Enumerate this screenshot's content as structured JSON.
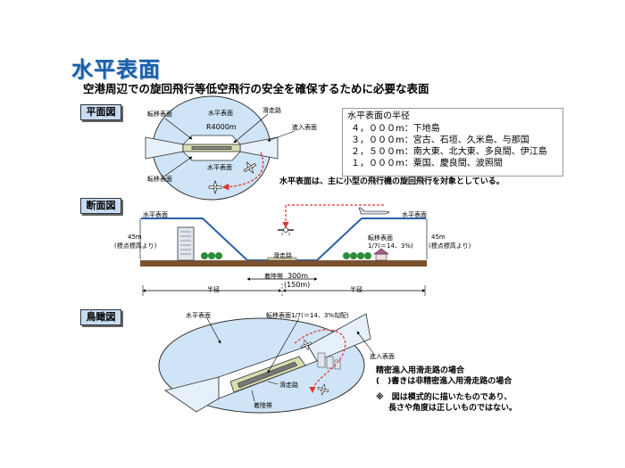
{
  "title": "水平表面",
  "subtitle": "空港周辺での旋回飛行等低空飛行の安全を確保するために必要な表面",
  "sections": {
    "plan": "平面図",
    "section": "断面図",
    "bird": "鳥瞰図"
  },
  "plan_labels": {
    "transition_top": "転移表面",
    "horizontal_top": "水平表面",
    "runway": "滑走路",
    "radius": "R4000m",
    "approach": "進入表面",
    "horizontal_bottom": "水平表面",
    "transition_bottom": "転移表面"
  },
  "radius_box": {
    "header": "水平表面の半径",
    "rows": [
      "４，０００m：下地島",
      "３，０００m：宮古、石垣、久米島、与那国",
      "２，５００m：南大東、北大東、多良間、伊江島",
      "１，０００m：粟国、慶良間、波照間"
    ]
  },
  "note_main": "水平表面は、主に小型の飛行機の旋回飛行を対象としている。",
  "section_labels": {
    "horizontal_left": "水平表面",
    "horizontal_right": "水平表面",
    "height_left": "45m",
    "height_left_sub": "(標点標高より)",
    "height_right": "45m",
    "height_right_sub": "(標点標高より)",
    "transition": "転移表面",
    "transition_slope": "1/7(＝14．3%)",
    "runway": "滑走路",
    "strip": "着陸帯",
    "strip_width": "300m",
    "strip_width_sub": "(150m)",
    "radius_left": "半径",
    "radius_right": "半径"
  },
  "bird_labels": {
    "horizontal": "水平表面",
    "transition": "転移表面1/7(＝14．3%勾配)",
    "approach": "進入表面",
    "runway": "滑走路",
    "strip": "着陸帯"
  },
  "notes": {
    "line1": "精密進入用滑走路の場合",
    "line2": "(　)書きは非精密進入用滑走路の場合",
    "line3": "※　図は模式的に描いたものであり、",
    "line4": "長さや角度は正しいものではない。"
  },
  "colors": {
    "title": "#1a5ea8",
    "surface_fill": "#cfe4f6",
    "ground": "#7a5230",
    "runway": "#d7ddb0",
    "flight_path": "#e0342c"
  }
}
